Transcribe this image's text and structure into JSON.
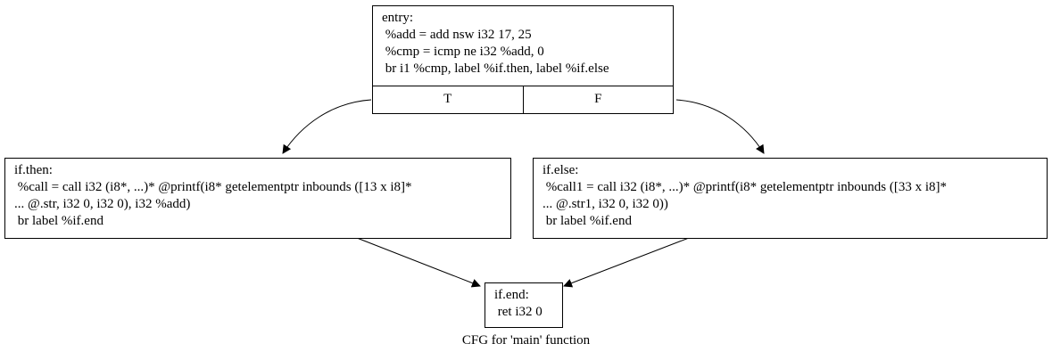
{
  "graph": {
    "caption": "CFG for 'main' function",
    "nodes": [
      {
        "id": "entry",
        "lines": [
          "entry:",
          " %add = add nsw i32 17, 25",
          " %cmp = icmp ne i32 %add, 0",
          " br i1 %cmp, label %if.then, label %if.else"
        ],
        "ports": [
          "T",
          "F"
        ]
      },
      {
        "id": "if.then",
        "lines": [
          "if.then:",
          " %call = call i32 (i8*, ...)* @printf(i8* getelementptr inbounds ([13 x i8]*",
          "... @.str, i32 0, i32 0), i32 %add)",
          " br label %if.end"
        ]
      },
      {
        "id": "if.else",
        "lines": [
          "if.else:",
          " %call1 = call i32 (i8*, ...)* @printf(i8* getelementptr inbounds ([33 x i8]*",
          "... @.str1, i32 0, i32 0))",
          " br label %if.end"
        ]
      },
      {
        "id": "if.end",
        "lines": [
          "if.end:",
          " ret i32 0"
        ]
      }
    ],
    "edges": [
      {
        "from": "entry",
        "port": "T",
        "to": "if.then"
      },
      {
        "from": "entry",
        "port": "F",
        "to": "if.else"
      },
      {
        "from": "if.then",
        "to": "if.end"
      },
      {
        "from": "if.else",
        "to": "if.end"
      }
    ]
  }
}
